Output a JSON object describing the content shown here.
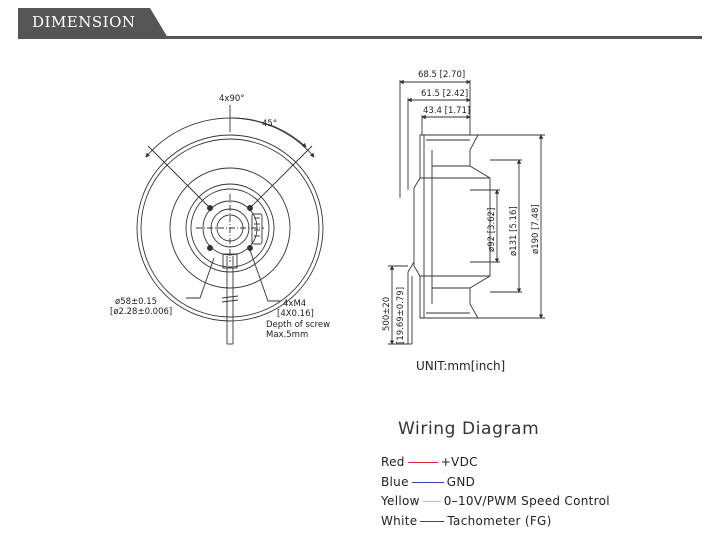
{
  "header": {
    "title": "DIMENSION"
  },
  "front_view": {
    "angle_full": "4x90°",
    "angle_half": "45°",
    "hub_dia_mm": "ø58±0.15",
    "hub_dia_in": "[ø2.28±0.006]",
    "screw_label": "4xM4",
    "screw_inch": "[4X0.16]",
    "screw_depth_1": "Depth of screw",
    "screw_depth_2": "Max.5mm"
  },
  "side_view": {
    "dim_total": "68.5 [2.70]",
    "dim_mid": "61.5 [2.42]",
    "dim_small": "43.4 [1.71]",
    "dia_92": "ø92 [3.62]",
    "dia_131": "ø131 [5.16]",
    "dia_190": "ø190 [7.48]",
    "lead_length": "500±20",
    "lead_length_in": "[19.69±0.79]"
  },
  "unit_label": "UNIT:mm[inch]",
  "wiring": {
    "title": "Wiring Diagram",
    "rows": [
      {
        "color_name": "Red",
        "signal": "+VDC",
        "line_color": "#d9262b"
      },
      {
        "color_name": "Blue",
        "signal": "GND",
        "line_color": "#2b47c8"
      },
      {
        "color_name": "Yellow",
        "signal": "0–10V/PWM Speed Control",
        "line_color": "#e8c93a"
      },
      {
        "color_name": "White",
        "signal": "Tachometer (FG)",
        "line_color": "#444444"
      }
    ]
  }
}
